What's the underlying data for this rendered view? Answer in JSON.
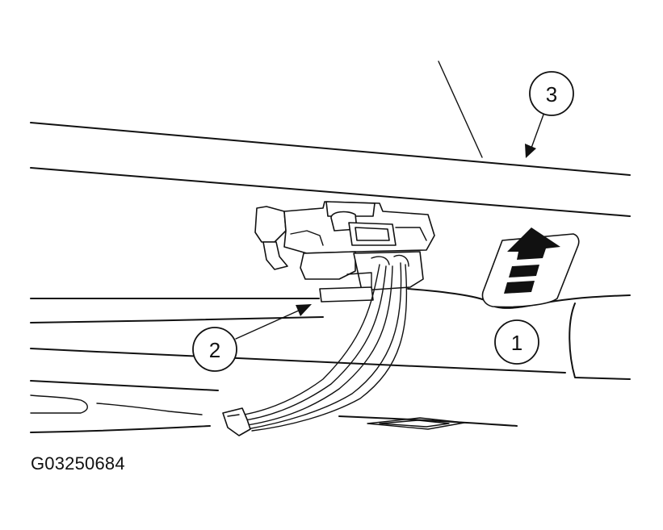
{
  "callouts": [
    {
      "id": "1",
      "label": "1"
    },
    {
      "id": "2",
      "label": "2"
    },
    {
      "id": "3",
      "label": "3"
    }
  ],
  "figure_id": "G03250684",
  "colors": {
    "ink": "#111111",
    "background": "#ffffff"
  }
}
